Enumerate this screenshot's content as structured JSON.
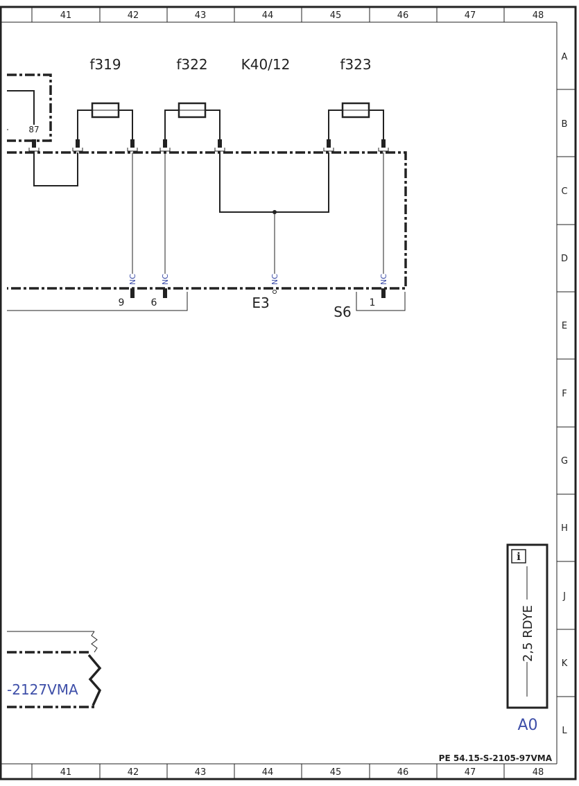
{
  "frame": {
    "columns": [
      "41",
      "42",
      "43",
      "44",
      "45",
      "46",
      "47",
      "48"
    ],
    "rows": [
      "A",
      "B",
      "C",
      "D",
      "E",
      "F",
      "G",
      "H",
      "J",
      "K",
      "L"
    ]
  },
  "components": {
    "f319": "f319",
    "f322": "f322",
    "k40_12": "K40/12",
    "f323": "f323",
    "e3": "E3",
    "s6": "S6"
  },
  "pins": {
    "pin_87": "87",
    "pin_9": "9",
    "pin_6": "6",
    "pin_1": "1"
  },
  "nc_labels": [
    "NC",
    "NC",
    "NC",
    "NC"
  ],
  "cross_reference": "-2127VMA",
  "info_box": {
    "wire_spec": "2,5 RDYE",
    "location": "A0"
  },
  "drawing_code": "PE 54.15-S-2105-97VMA"
}
